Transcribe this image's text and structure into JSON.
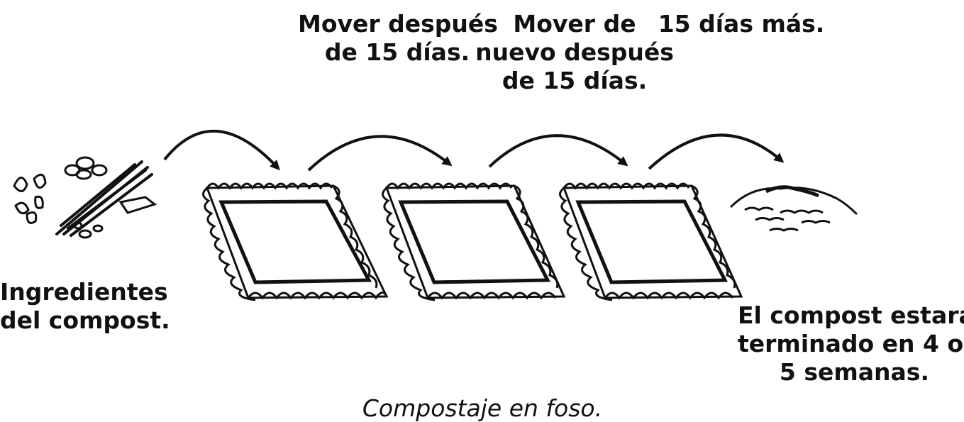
{
  "steps": [
    {
      "id": "step1",
      "lines": [
        "Mover después",
        "de 15 días."
      ]
    },
    {
      "id": "step2",
      "lines": [
        "Mover de",
        "nuevo después",
        "de 15 días."
      ]
    },
    {
      "id": "step3",
      "lines": [
        "15 días más."
      ]
    }
  ],
  "ingredients": {
    "lines": [
      "Ingredientes",
      "del compost."
    ]
  },
  "result": {
    "lines": [
      "El compost estará",
      "terminado en  4 o",
      "5 semanas."
    ]
  },
  "caption": "Compostaje en foso.",
  "colors": {
    "ink": "#111111",
    "background": "#ffffff"
  }
}
